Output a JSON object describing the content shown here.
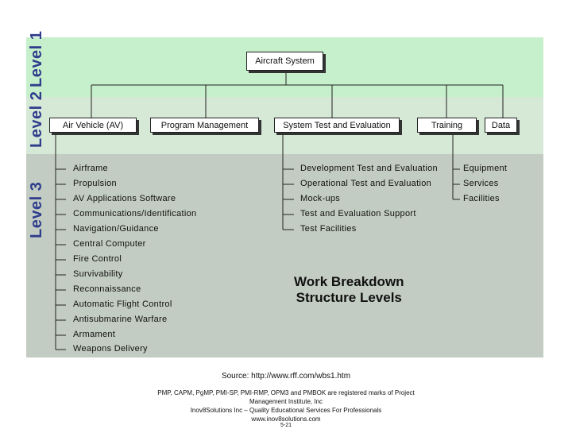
{
  "levels": {
    "l1": "Level 1",
    "l2": "Level 2",
    "l3": "Level 3"
  },
  "level1": {
    "root": "Aircraft System"
  },
  "level2": [
    "Air Vehicle (AV)",
    "Program Management",
    "System Test and Evaluation",
    "Training",
    "Data"
  ],
  "level3": {
    "air_vehicle": [
      "Airframe",
      "Propulsion",
      "AV Applications Software",
      "Communications/Identification",
      "Navigation/Guidance",
      "Central Computer",
      "Fire Control",
      "Survivability",
      "Reconnaissance",
      "Automatic Flight Control",
      "Antisubmarine Warfare",
      "Armament",
      "Weapons Delivery"
    ],
    "test_eval": [
      "Development Test and Evaluation",
      "Operational Test and Evaluation",
      "Mock-ups",
      "Test and Evaluation Support",
      "Test Facilities"
    ],
    "training": [
      "Equipment",
      "Services",
      "Facilities"
    ]
  },
  "title": {
    "line1": "Work Breakdown",
    "line2": "Structure Levels"
  },
  "footer": {
    "source": "Source: http://www.rff.com/wbs1.htm",
    "line1": "PMP, CAPM, PgMP, PMI-SP, PMI-RMP, OPM3 and PMBOK are registered marks of Project",
    "line2": "Management Institute, Inc",
    "line3": "Inov8Solutions Inc – Quality Educational Services For Professionals",
    "line4": "www.inov8solutions.com",
    "line5": "5-21"
  }
}
